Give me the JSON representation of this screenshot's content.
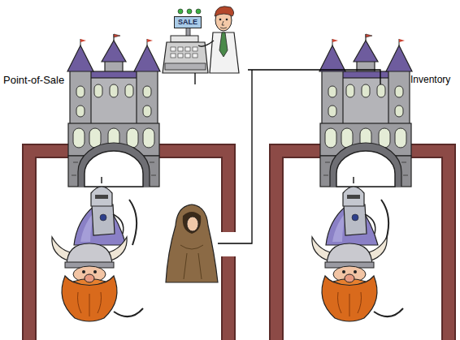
{
  "diagram": {
    "nodes": [
      {
        "text": [
          "SALE"
        ]
      },
      {
        "text": [
          "Point-of-Sale"
        ]
      },
      {
        "text": [
          "Inventory"
        ]
      }
    ],
    "edges": [
      {
        "from": 0,
        "to": 1,
        "arrow": "none"
      },
      {
        "from": 0,
        "to": 2,
        "arrow": "none"
      }
    ]
  }
}
